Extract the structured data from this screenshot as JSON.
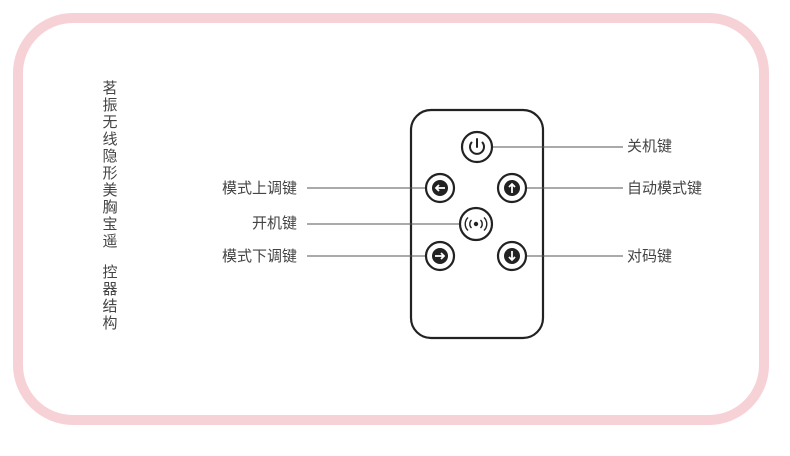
{
  "title_vertical": {
    "part1": "茗振无线隐形美胸宝遥",
    "part2": "控器结构"
  },
  "labels": {
    "power_off": "关机键",
    "auto_mode": "自动模式键",
    "mode_up": "模式上调键",
    "power_on": "开机键",
    "mode_down": "模式下调键",
    "pair": "对码键"
  },
  "icons": {
    "power_off": "power-icon",
    "mode_up": "arrow-left-icon",
    "auto_mode": "arrow-up-icon",
    "power_on": "signal-icon",
    "mode_down": "arrow-right-icon",
    "pair": "arrow-down-icon"
  },
  "colors": {
    "frame": "#f6d2d7",
    "line": "#555555",
    "text": "#444444",
    "remote_stroke": "#222222"
  }
}
